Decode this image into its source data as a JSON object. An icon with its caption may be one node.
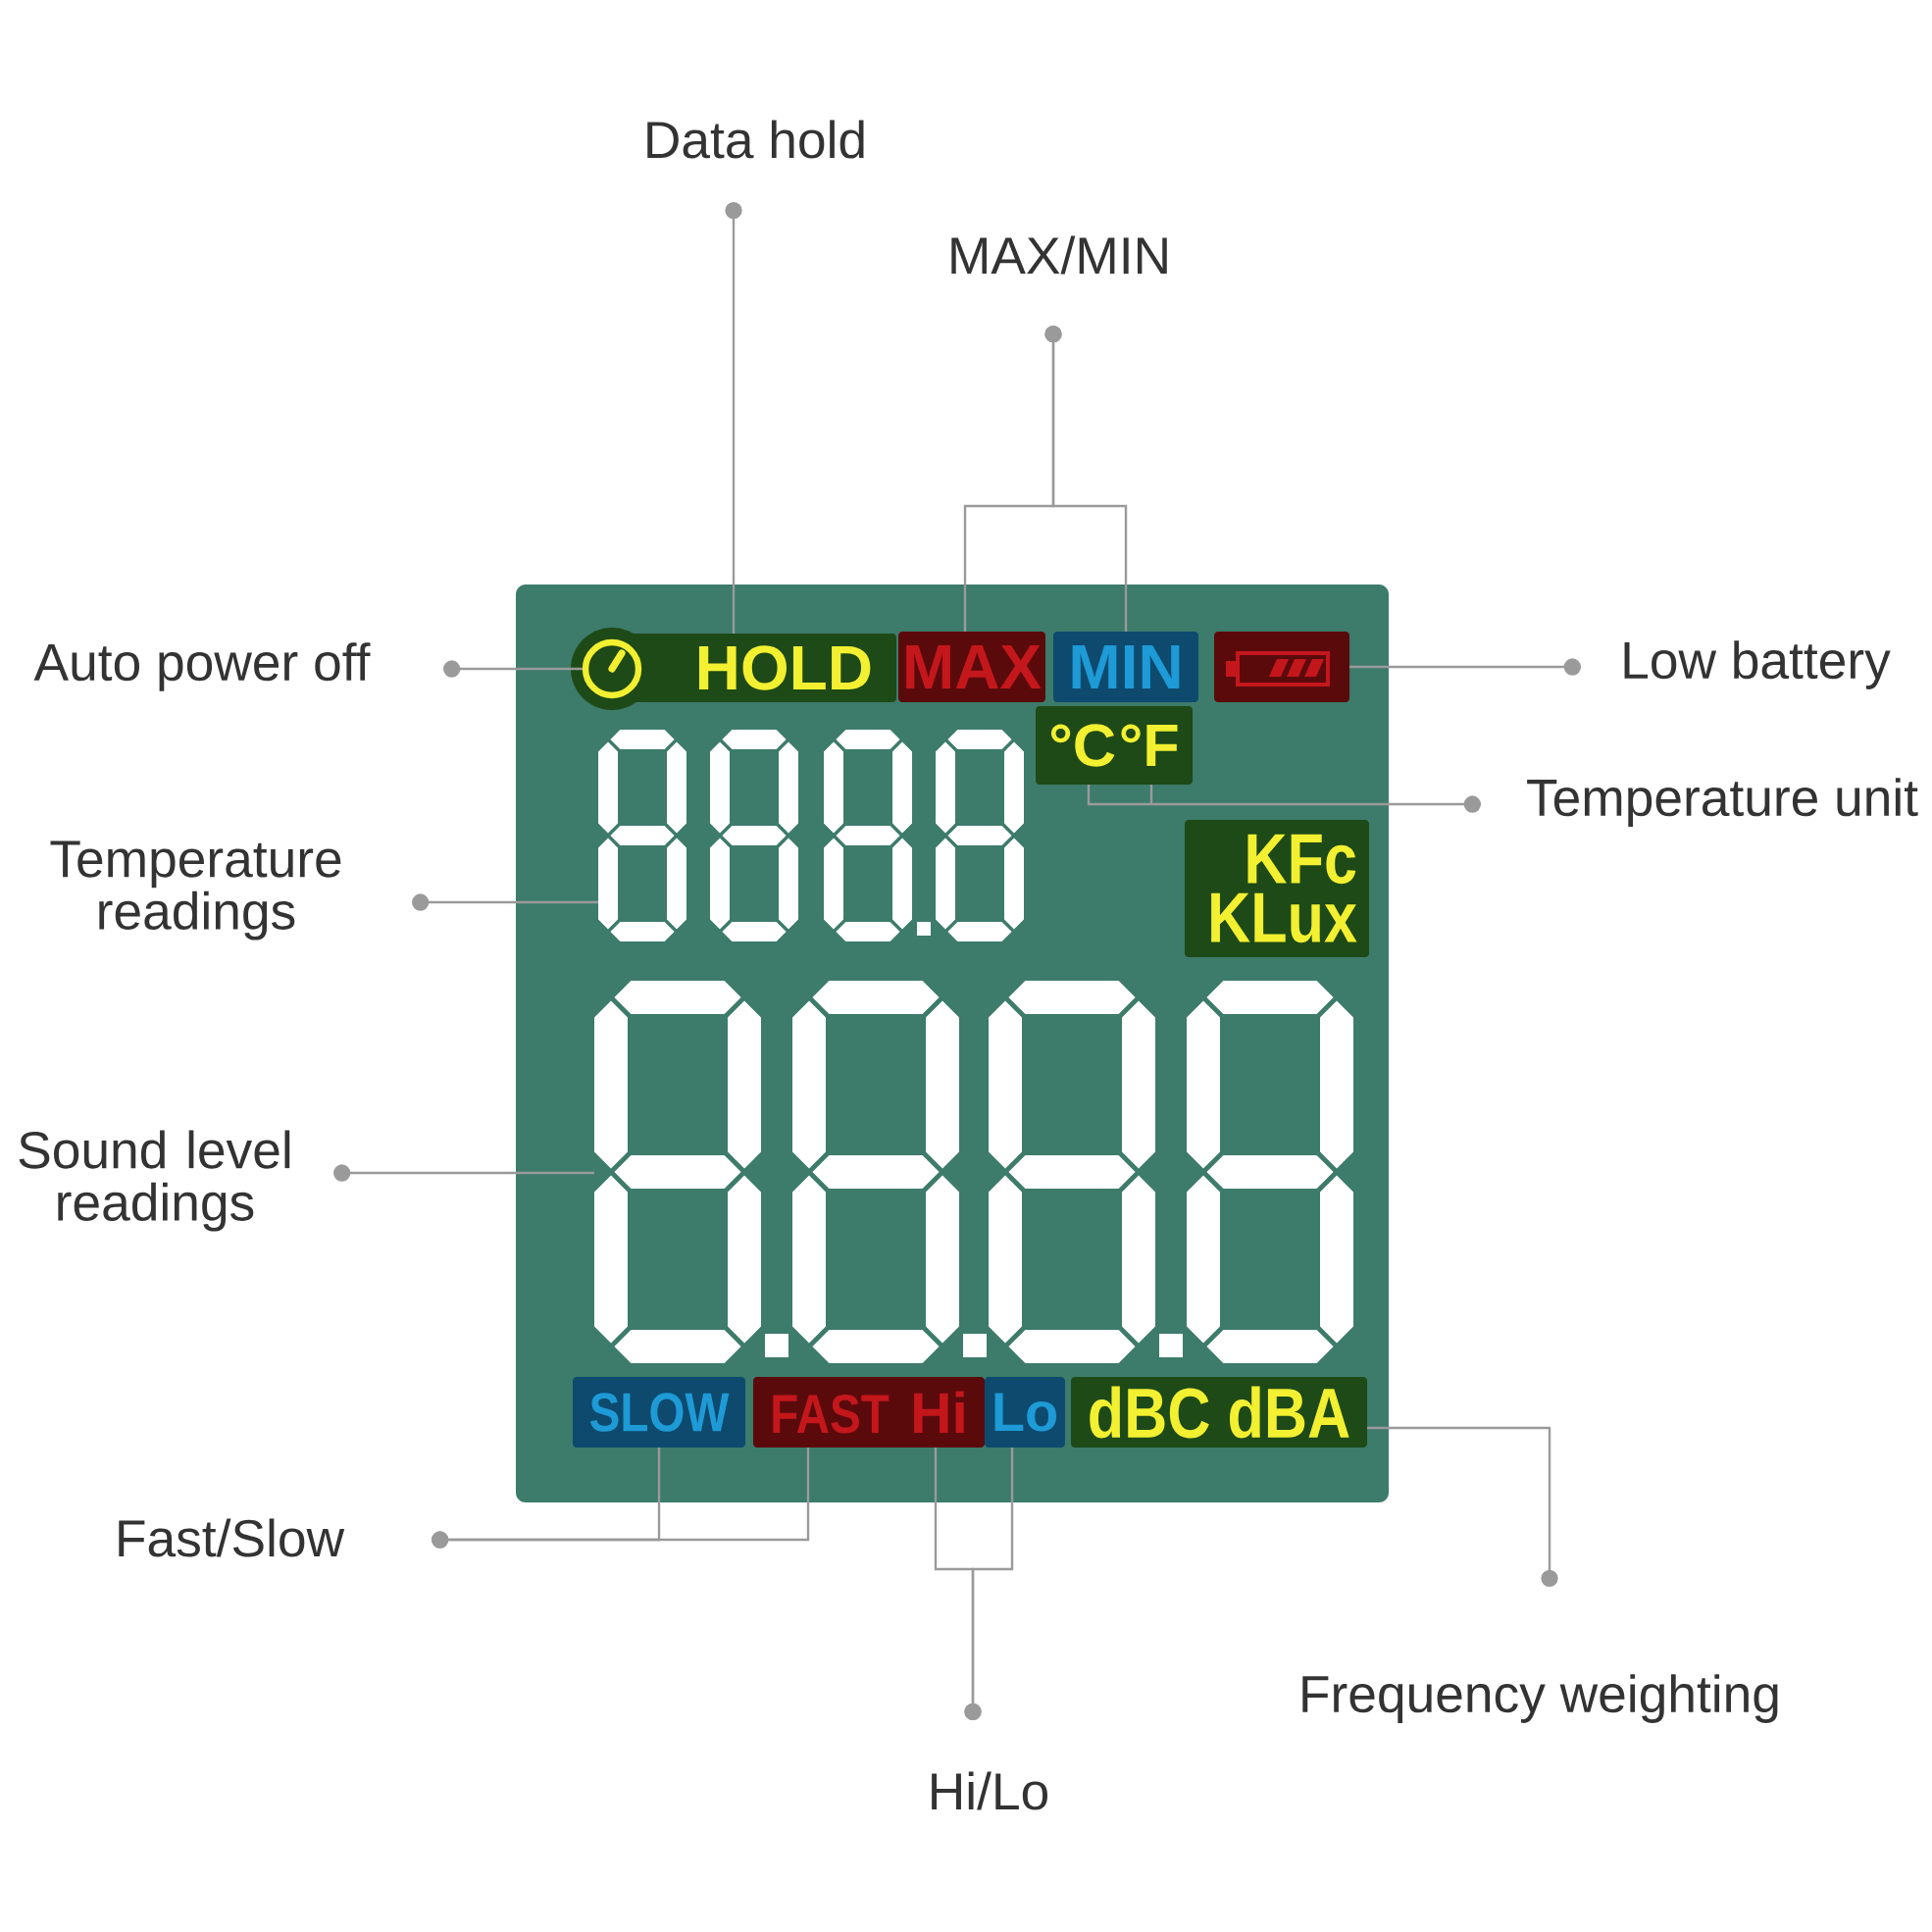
{
  "diagram": {
    "nodes": [
      {
        "text": [
          "Data hold"
        ]
      },
      {
        "text": [
          "MAX/MIN"
        ]
      },
      {
        "text": [
          "Auto power off"
        ]
      },
      {
        "text": [],
        "shape": "box"
      },
      {
        "text": [],
        "shape": "picture",
        "in": 3
      },
      {
        "text": [
          "HOLD"
        ],
        "in": 3
      },
      {
        "text": [
          "MAX"
        ],
        "in": 3
      },
      {
        "text": [
          "MIN"
        ],
        "in": 3
      },
      {
        "text": [],
        "shape": "picture",
        "in": 3
      },
      {
        "text": [
          "Low battery"
        ]
      },
      {
        "text": [
          "°C",
          "°F"
        ],
        "in": 3
      },
      {
        "text": [
          "Temperature unit"
        ]
      },
      {
        "text": [
          "Temperature readings"
        ]
      },
      {
        "text": [],
        "shape": "picture",
        "in": 3
      },
      {
        "text": [
          "KFc",
          "KLux"
        ],
        "in": 3
      },
      {
        "text": [
          "Sound level readings"
        ]
      },
      {
        "text": [],
        "shape": "picture",
        "in": 3
      },
      {
        "text": [
          "SLOW"
        ],
        "in": 3
      },
      {
        "text": [
          "FAST",
          "Hi"
        ],
        "in": 3
      },
      {
        "text": [
          "Lo"
        ],
        "in": 3
      },
      {
        "text": [
          "dBC dBA"
        ],
        "in": 3
      },
      {
        "text": [
          "Fast/Slow"
        ]
      },
      {
        "text": [
          "Frequency weighting"
        ]
      },
      {
        "text": [
          "Hi/Lo"
        ]
      }
    ],
    "edges": [
      {
        "from": 5,
        "to": 0,
        "arrow": "other"
      },
      {
        "from": 6,
        "to": 1,
        "arrow": "other"
      },
      {
        "from": 7,
        "to": 1,
        "arrow": "other"
      },
      {
        "from": 4,
        "to": 2,
        "arrow": "other"
      },
      {
        "from": 8,
        "to": 9,
        "arrow": "other"
      },
      {
        "from": 10,
        "to": 11,
        "arrow": "other"
      },
      {
        "from": 13,
        "to": 12,
        "arrow": "other"
      },
      {
        "from": 16,
        "to": 15,
        "arrow": "other"
      },
      {
        "from": 17,
        "to": 21,
        "arrow": "other"
      },
      {
        "from": 18,
        "to": 21,
        "arrow": "other"
      },
      {
        "from": 18,
        "to": 23,
        "arrow": "other"
      },
      {
        "from": 19,
        "to": 23,
        "arrow": "other"
      },
      {
        "from": 20,
        "to": 22,
        "arrow": "other"
      }
    ]
  }
}
